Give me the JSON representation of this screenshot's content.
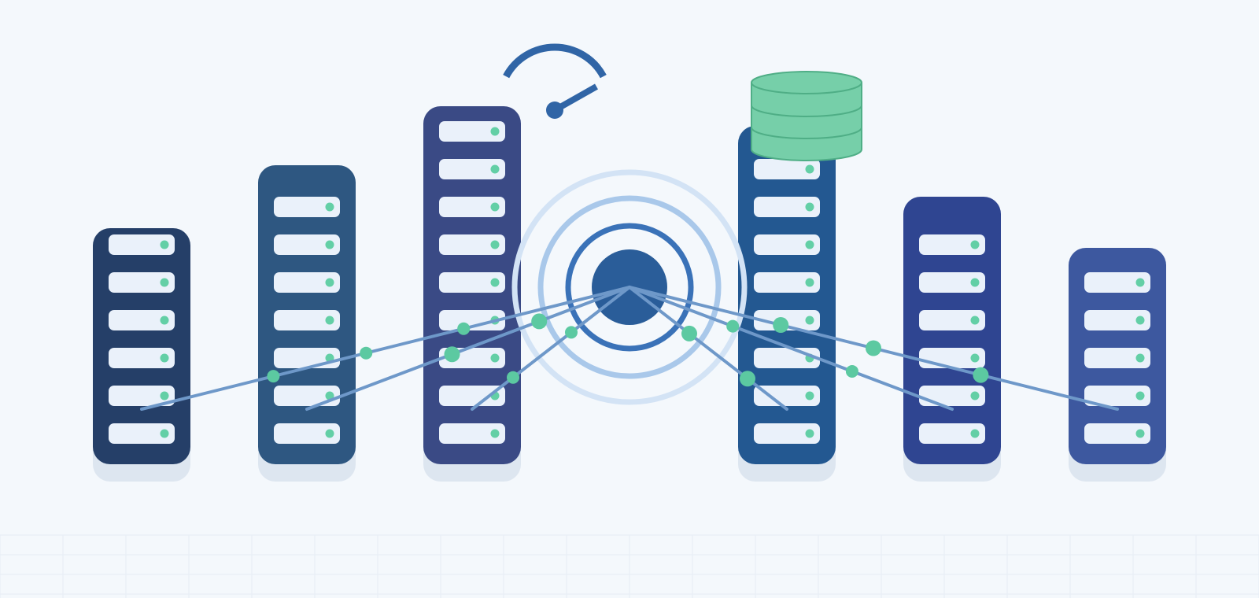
{
  "colors": {
    "background": "#f4f8fc",
    "slot": "#eaf1fa",
    "led": "#63cfa6",
    "link": "#6e98c9",
    "node": "#5cc9a1",
    "hub": "#2a5d99",
    "ring_inner": "#3a72b8",
    "ring_mid": "#a9c8ea",
    "ring_outer": "#d3e3f5",
    "gauge": "#3065a6",
    "database": "#76cfa9",
    "database_stroke": "#4fae86",
    "grid": "#e6edf5",
    "shadow": "#dde6f0"
  },
  "icons": {
    "gauge": "speed-gauge-icon",
    "database": "database-icon",
    "hub": "network-hub-icon"
  },
  "servers": [
    {
      "name": "server-rack-1",
      "color": "#253f68",
      "slots": 6
    },
    {
      "name": "server-rack-2",
      "color": "#2e5781",
      "slots": 7
    },
    {
      "name": "server-rack-3",
      "color": "#3a4a85",
      "slots": 9
    },
    {
      "name": "server-rack-4",
      "color": "#235891",
      "slots": 8
    },
    {
      "name": "server-rack-5",
      "color": "#2f4591",
      "slots": 6
    },
    {
      "name": "server-rack-6",
      "color": "#3d589f",
      "slots": 5
    }
  ]
}
